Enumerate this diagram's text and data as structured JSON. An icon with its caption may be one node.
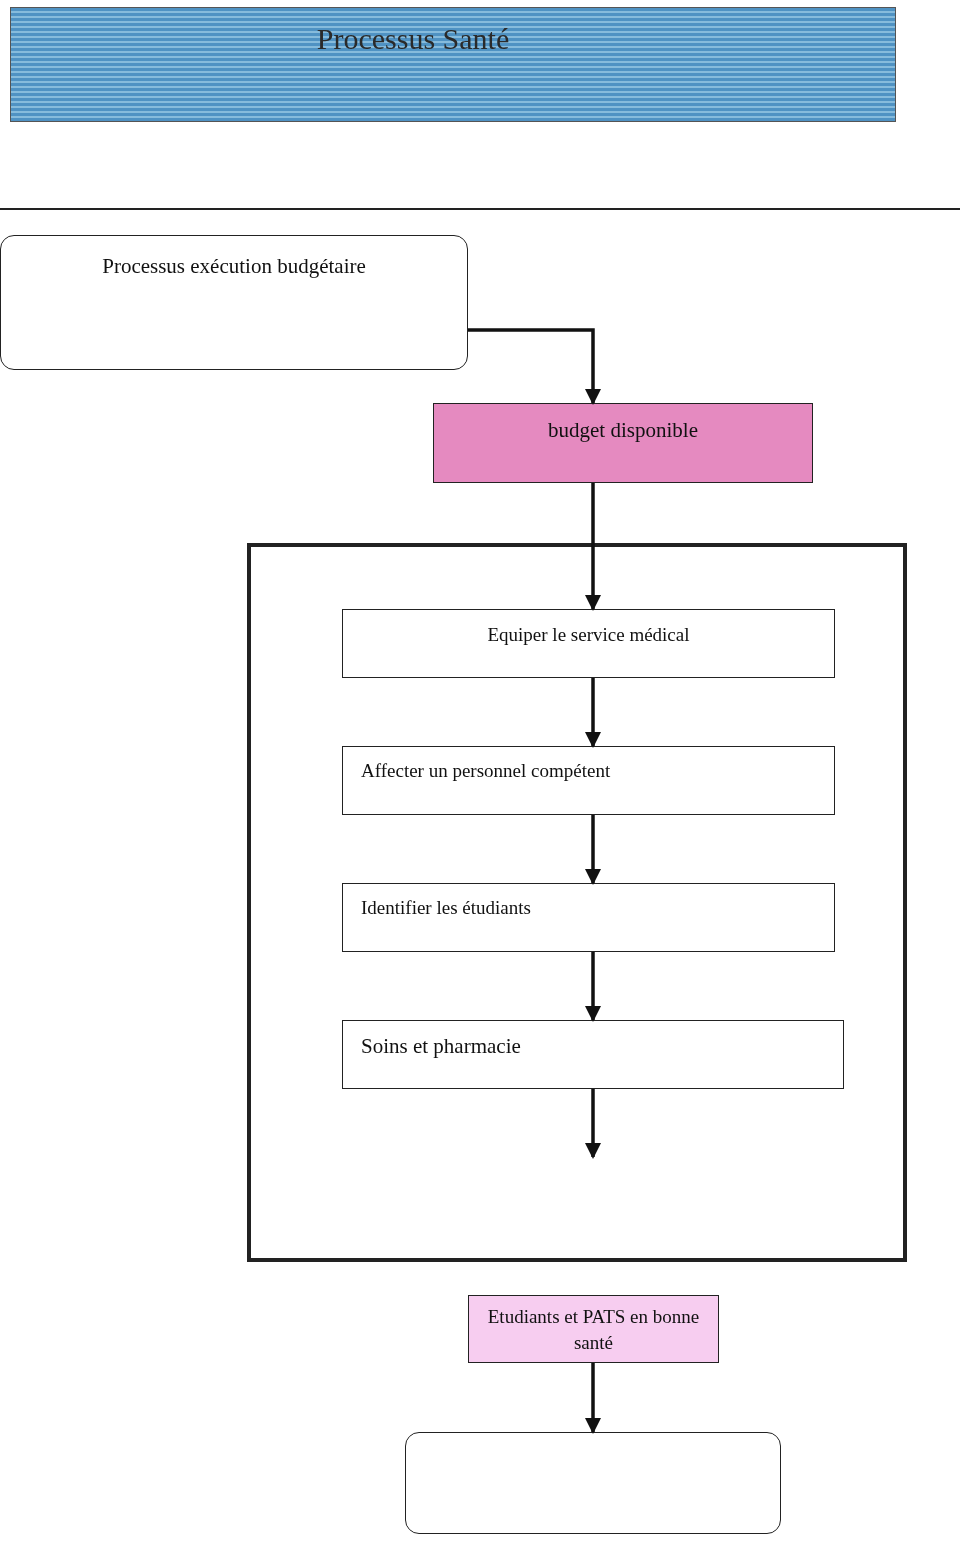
{
  "diagram": {
    "title": "Processus Santé",
    "nodes": [
      {
        "text": [
          "Processus exécution  budgétaire"
        ]
      },
      {
        "text": [
          "budget disponible"
        ]
      },
      {
        "text": [],
        "shape": "box"
      },
      {
        "text": [
          "Equiper le service médical"
        ],
        "in": 2
      },
      {
        "text": [
          "Affecter un personnel compétent"
        ],
        "in": 2
      },
      {
        "text": [
          "Identifier les étudiants"
        ],
        "in": 2
      },
      {
        "text": [
          "Soins et pharmacie"
        ],
        "in": 2
      },
      {
        "text": [
          "Etudiants et PATS en bonne santé"
        ]
      },
      {
        "text": [],
        "shape": "box"
      }
    ],
    "edges": [
      {
        "from": 0,
        "to": 1,
        "arrow": "to"
      },
      {
        "from": 1,
        "to": 3,
        "arrow": "to"
      },
      {
        "from": 3,
        "to": 4,
        "arrow": "to"
      },
      {
        "from": 4,
        "to": 5,
        "arrow": "to"
      },
      {
        "from": 5,
        "to": 6,
        "arrow": "to"
      },
      {
        "from": 6,
        "to": null,
        "arrow": "to"
      },
      {
        "from": 7,
        "to": 8,
        "arrow": "to"
      }
    ]
  }
}
